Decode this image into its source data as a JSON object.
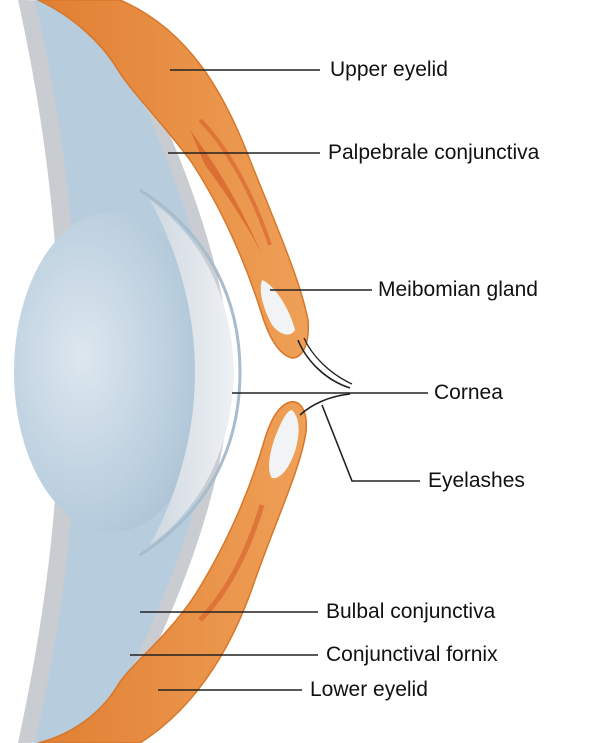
{
  "labels": {
    "upper_eyelid": "Upper eyelid",
    "palpebral_conjunctiva": "Palpebrale conjunctiva",
    "meibomian_gland": "Meibomian gland",
    "cornea": "Cornea",
    "eyelashes": "Eyelashes",
    "bulbal_conjunctiva": "Bulbal conjunctiva",
    "conjunctival_fornix": "Conjunctival fornix",
    "lower_eyelid": "Lower eyelid"
  },
  "colors": {
    "eyelid": "#E8913F",
    "eyelid_edge": "#D7772A",
    "eyelid_inner": "#D9672E",
    "globe": "#B9CFDF",
    "globe_light": "#D7E3EC",
    "cornea_layer": "#E4E9EE",
    "sclera": "#C9CDD2",
    "gland": "#F2F3F5",
    "line": "#222222"
  }
}
